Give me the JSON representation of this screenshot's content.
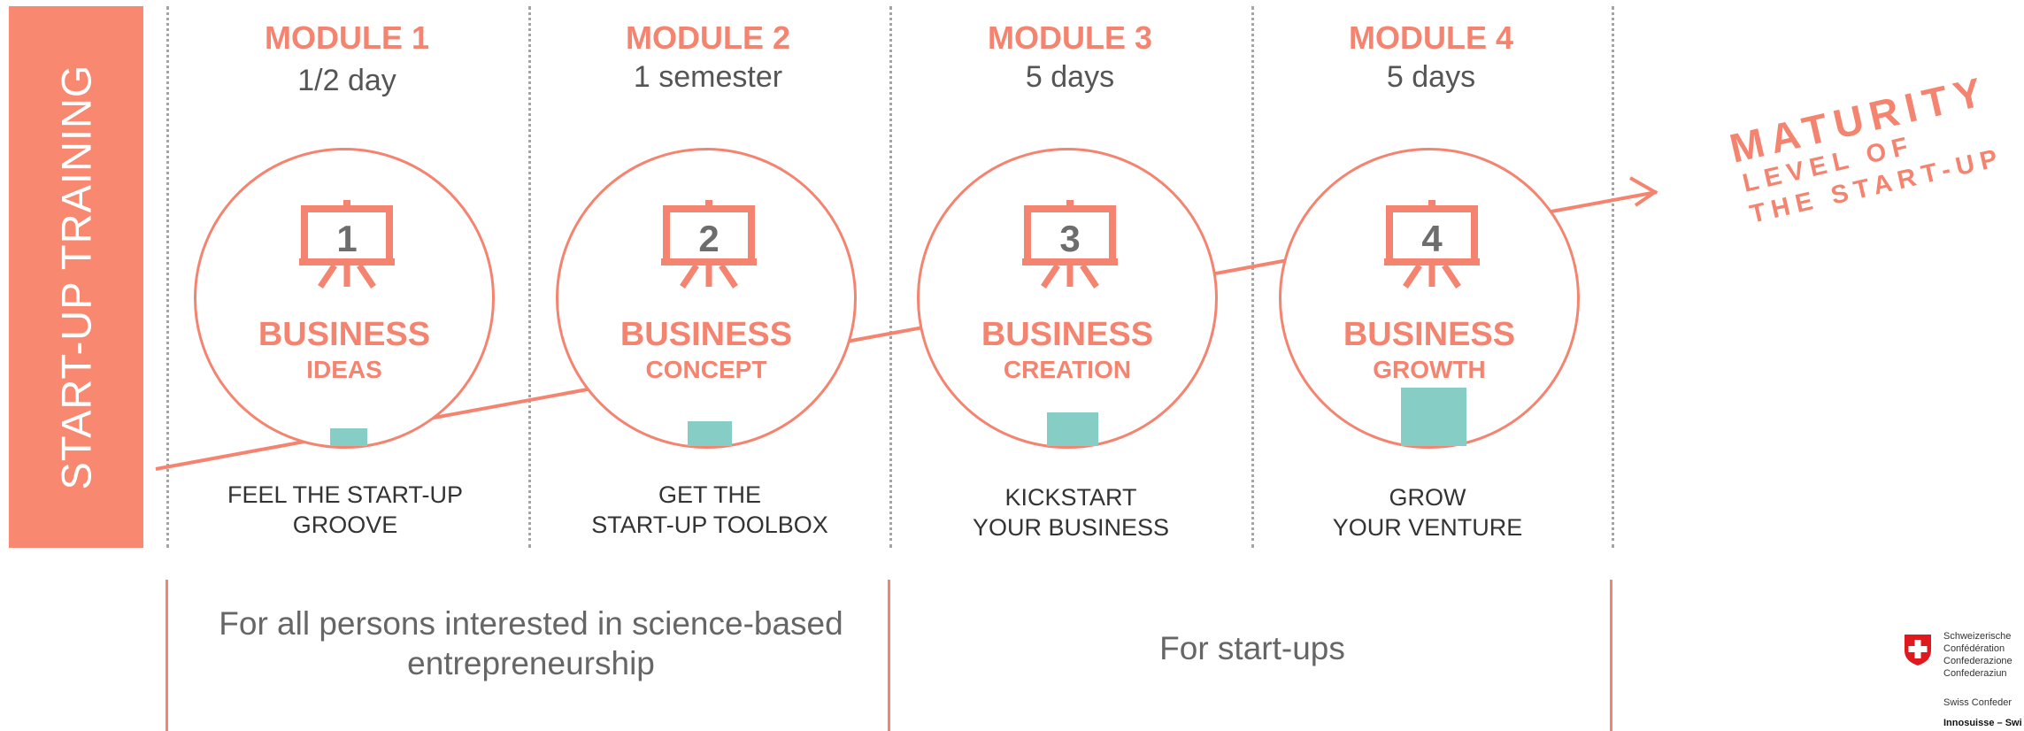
{
  "side_label": "START-UP TRAINING",
  "modules": [
    {
      "title": "MODULE 1",
      "duration": "1/2 day",
      "number": "1",
      "business": "BUSINESS",
      "stage": "IDEAS",
      "tagline_1": "FEEL THE START-UP",
      "tagline_2": "GROOVE"
    },
    {
      "title": "MODULE 2",
      "duration": "1 semester",
      "number": "2",
      "business": "BUSINESS",
      "stage": "CONCEPT",
      "tagline_1": "GET THE",
      "tagline_2": "START-UP TOOLBOX"
    },
    {
      "title": "MODULE 3",
      "duration": "5 days",
      "number": "3",
      "business": "BUSINESS",
      "stage": "CREATION",
      "tagline_1": "KICKSTART",
      "tagline_2": "YOUR BUSINESS"
    },
    {
      "title": "MODULE 4",
      "duration": "5 days",
      "number": "4",
      "business": "BUSINESS",
      "stage": "GROWTH",
      "tagline_1": "GROW",
      "tagline_2": "YOUR VENTURE"
    }
  ],
  "maturity": {
    "line_1": "MATURITY",
    "line_2": "LEVEL OF",
    "line_3": "THE START-UP"
  },
  "audience": {
    "left_1": "For all persons interested in science-based",
    "left_2": "entrepreneurship",
    "right": "For start-ups"
  },
  "logo": {
    "line_1": "Schweizerische",
    "line_2": "Confédération",
    "line_3": "Confederazione",
    "line_4": "Confederaziun",
    "line_5": "Swiss Confeder",
    "line_6": "Innosuisse – Swi"
  },
  "colors": {
    "accent": "#f4846f",
    "sidebar": "#f98871",
    "bar": "#86cdc5",
    "icon": "#6d6d6d"
  },
  "icons": [
    "presentation-board-icon",
    "swiss-flag-icon",
    "arrow-icon"
  ]
}
